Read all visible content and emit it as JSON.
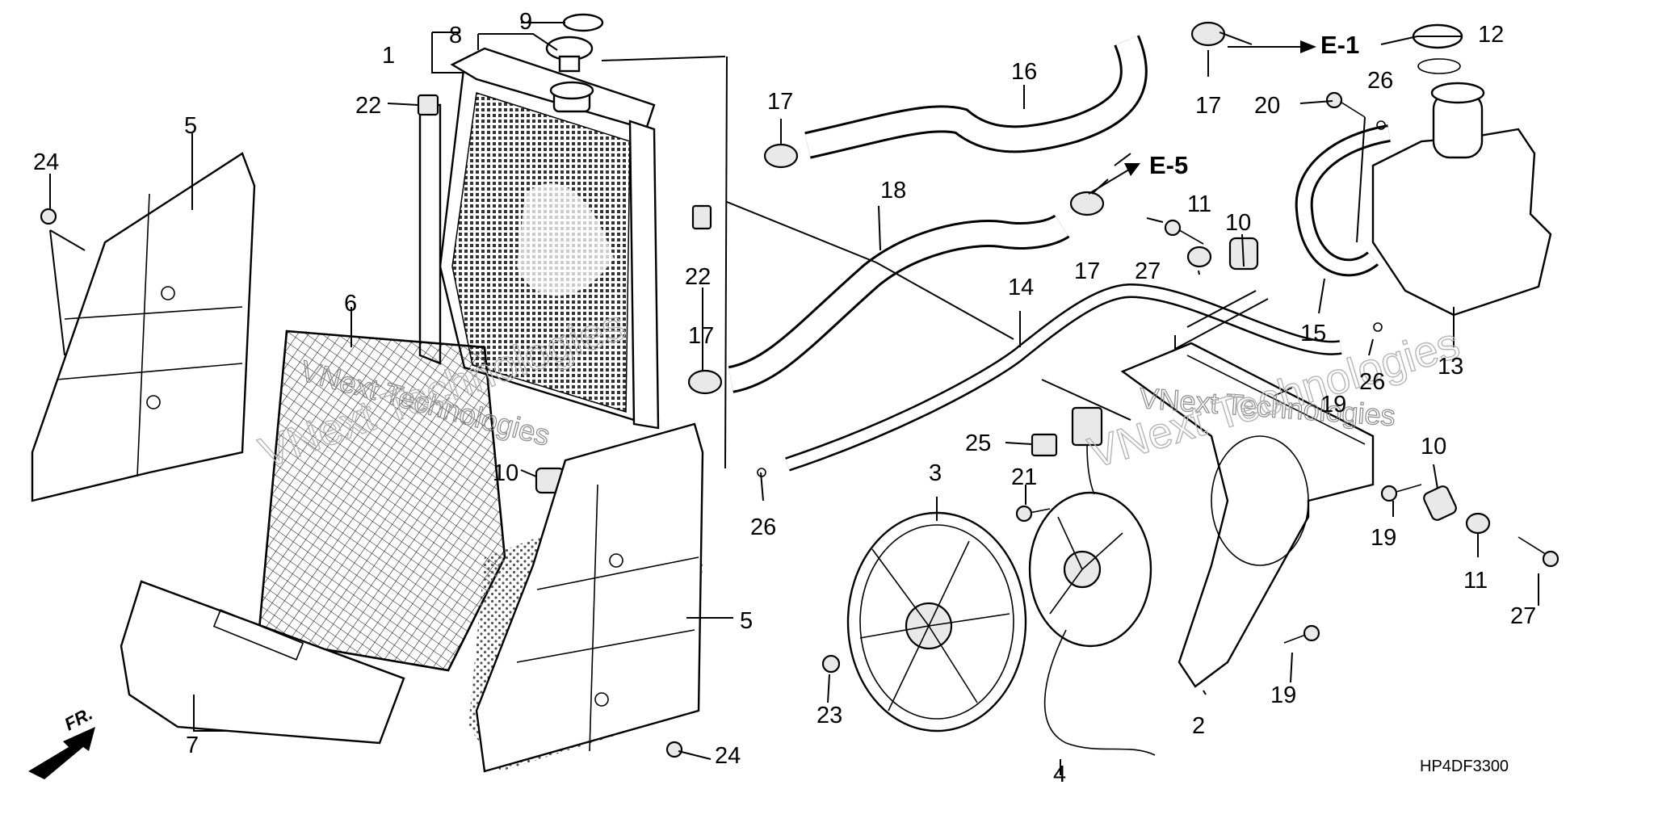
{
  "diagram": {
    "code": "HP4DF3300",
    "front_marker": "FR.",
    "refs": {
      "e1": "E-1",
      "e5": "E-5"
    },
    "watermark": {
      "line1": "VNext Technologies",
      "line2": "VNext Technologies",
      "line3": "VNext Technologies",
      "line4": "VNext Technologies"
    },
    "callouts": {
      "c1": "1",
      "c8": "8",
      "c9": "9",
      "c22a": "22",
      "c22b": "22",
      "c5a": "5",
      "c5b": "5",
      "c24a": "24",
      "c24b": "24",
      "c6": "6",
      "c7": "7",
      "c10a": "10",
      "c10b": "10",
      "c10c": "10",
      "c17a": "17",
      "c17b": "17",
      "c17c": "17",
      "c17d": "17",
      "c16": "16",
      "c18": "18",
      "c26a": "26",
      "c26b": "26",
      "c26c": "26",
      "c14": "14",
      "c27a": "27",
      "c27b": "27",
      "c11a": "11",
      "c11b": "11",
      "c12": "12",
      "c20": "20",
      "c15": "15",
      "c13": "13",
      "c19a": "19",
      "c19b": "19",
      "c19c": "19",
      "c2": "2",
      "c3": "3",
      "c4": "4",
      "c21": "21",
      "c23": "23",
      "c25": "25"
    }
  }
}
